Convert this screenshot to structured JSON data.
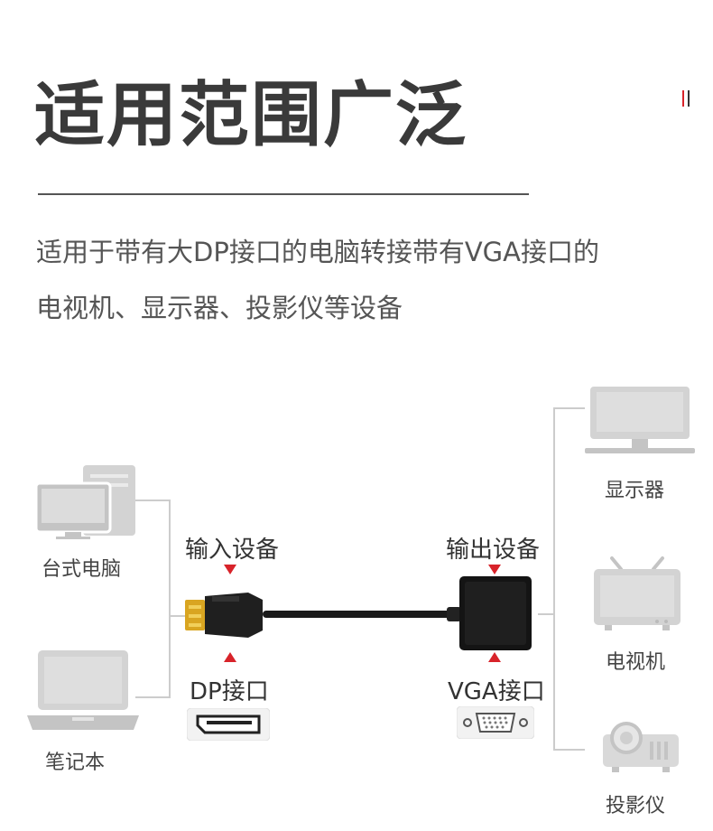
{
  "title": "适用范围广泛",
  "description": {
    "line1": "适用于带有大DP接口的电脑转接带有VGA接口的",
    "line2": "电视机、显示器、投影仪等设备"
  },
  "sources": {
    "desktop": "台式电脑",
    "laptop": "笔记本"
  },
  "targets": {
    "monitor": "显示器",
    "tv": "电视机",
    "projector": "投影仪"
  },
  "cable": {
    "input_label": "输入设备",
    "output_label": "输出设备",
    "dp_port_label": "DP接口",
    "vga_port_label": "VGA接口"
  },
  "colors": {
    "accent": "#d8232a",
    "device_gray": "#d3d3d3",
    "line_gray": "#cccccc"
  }
}
